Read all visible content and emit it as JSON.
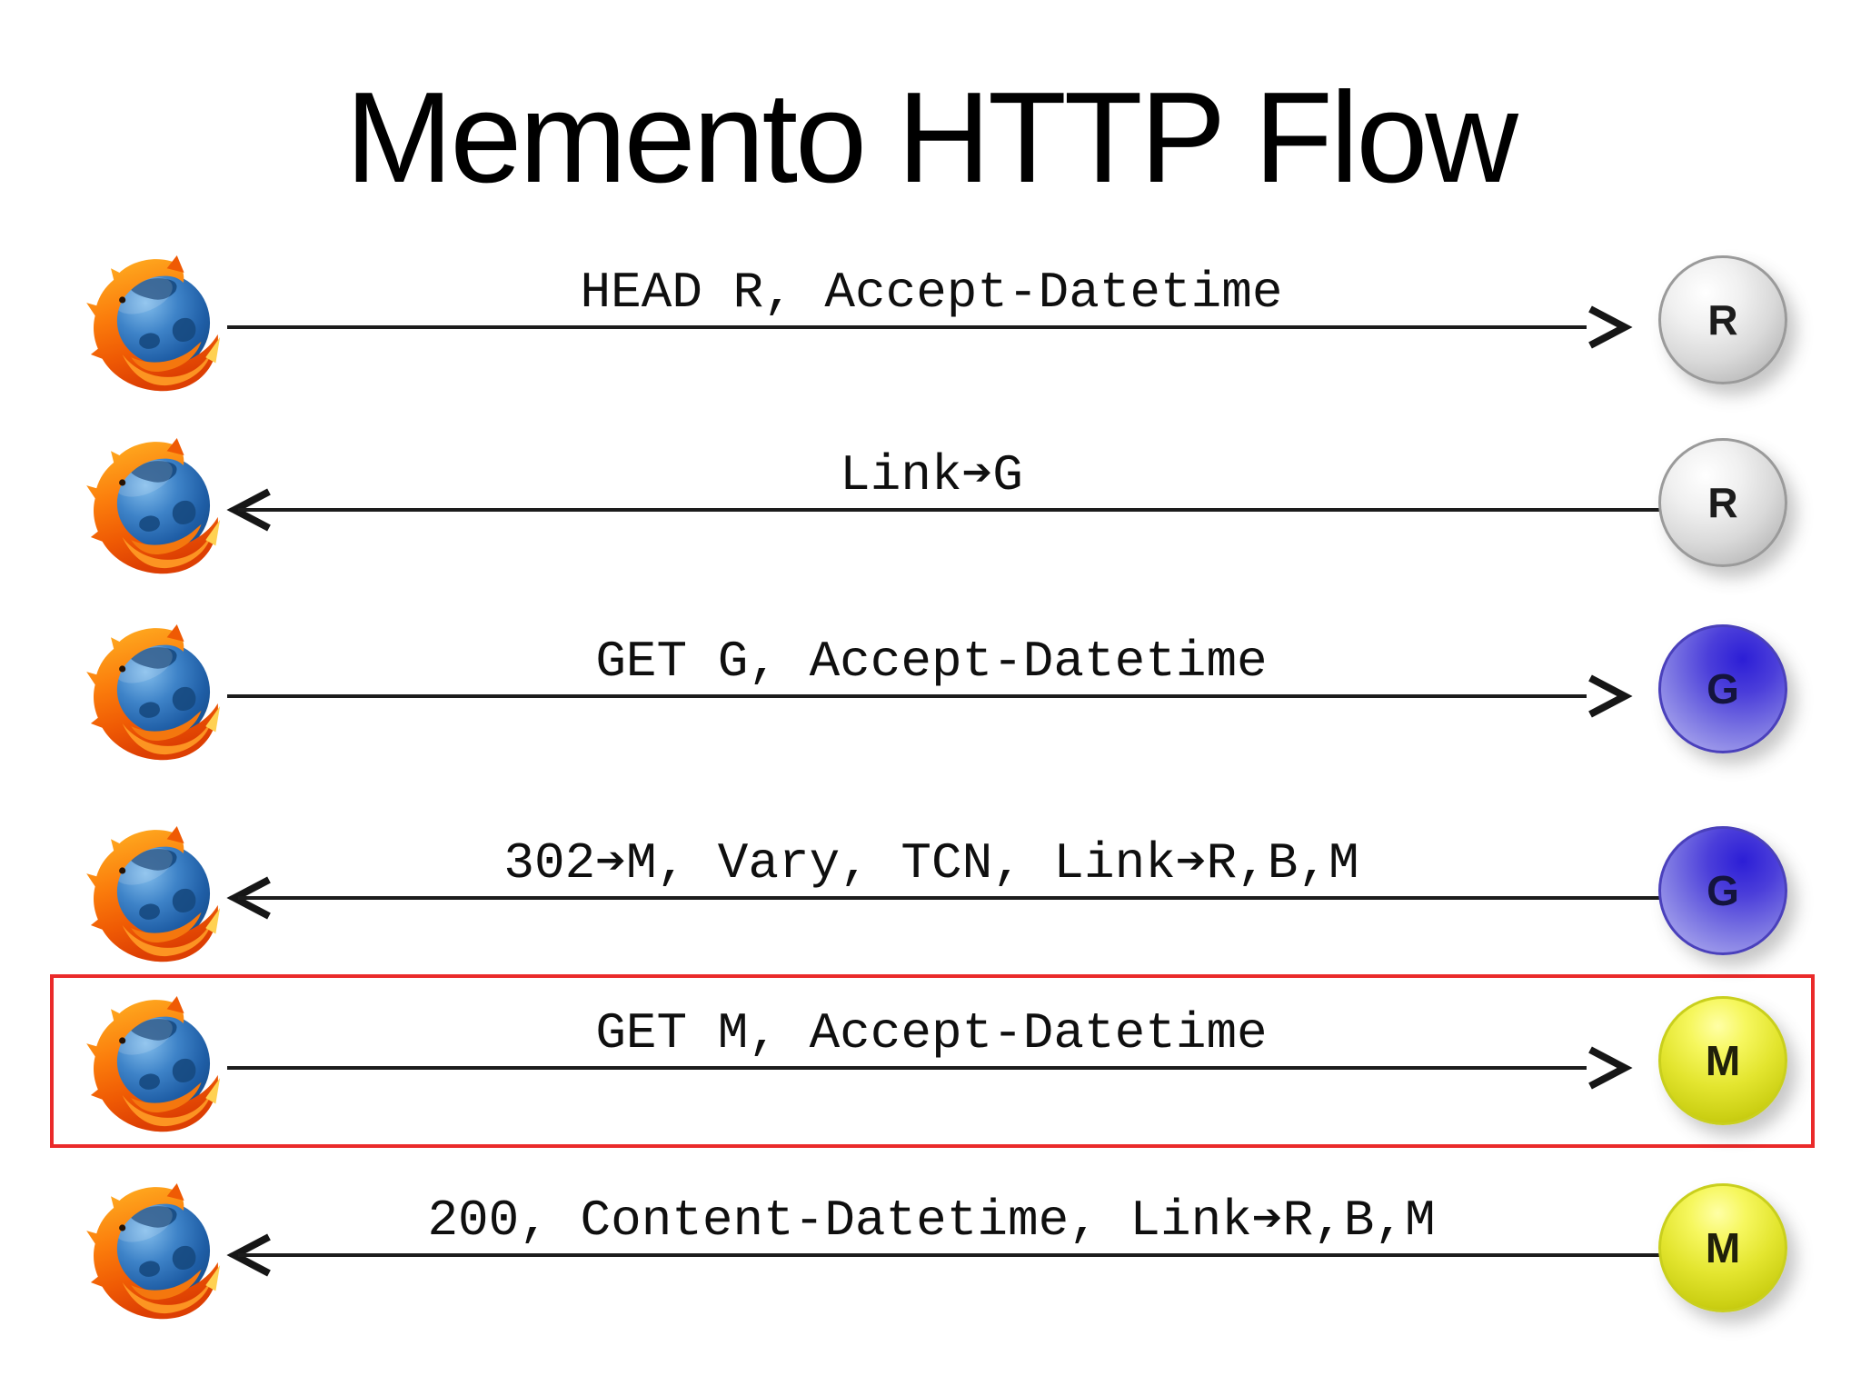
{
  "title": "Memento HTTP Flow",
  "colors": {
    "highlight_box": "#ea2a2a",
    "node_gray": "#cccccc",
    "node_blue": "#4d42db",
    "node_yellow": "#dde02b",
    "arrow_line": "#1c1c1c",
    "label_text": "#0f0f0f"
  },
  "client": {
    "icon": "firefox-browser-icon"
  },
  "flow": {
    "rows": [
      {
        "label": "HEAD R, Accept-Datetime",
        "direction": "request-right",
        "node_letter": "R",
        "node_color": "gray",
        "highlighted": false
      },
      {
        "label": "Link➔G",
        "direction": "response-left",
        "node_letter": "R",
        "node_color": "gray",
        "highlighted": false
      },
      {
        "label": "GET G, Accept-Datetime",
        "direction": "request-right",
        "node_letter": "G",
        "node_color": "blue",
        "highlighted": false
      },
      {
        "label": "302➔M, Vary, TCN, Link➔R,B,M",
        "direction": "response-left",
        "node_letter": "G",
        "node_color": "blue",
        "highlighted": false
      },
      {
        "label": "GET M, Accept-Datetime",
        "direction": "request-right",
        "node_letter": "M",
        "node_color": "yellow",
        "highlighted": true
      },
      {
        "label": "200, Content-Datetime, Link➔R,B,M",
        "direction": "response-left",
        "node_letter": "M",
        "node_color": "yellow",
        "highlighted": false
      }
    ]
  }
}
